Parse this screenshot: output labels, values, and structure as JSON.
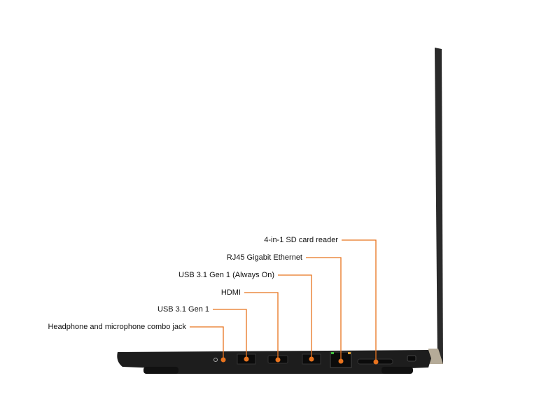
{
  "colors": {
    "accent": "#e8731e",
    "body": "#1c1c1c"
  },
  "callouts": [
    {
      "label": "4-in-1 SD card reader"
    },
    {
      "label": "RJ45 Gigabit Ethernet"
    },
    {
      "label": "USB 3.1 Gen 1 (Always On)"
    },
    {
      "label": "HDMI"
    },
    {
      "label": "USB 3.1 Gen 1"
    },
    {
      "label": "Headphone and microphone combo jack"
    }
  ]
}
